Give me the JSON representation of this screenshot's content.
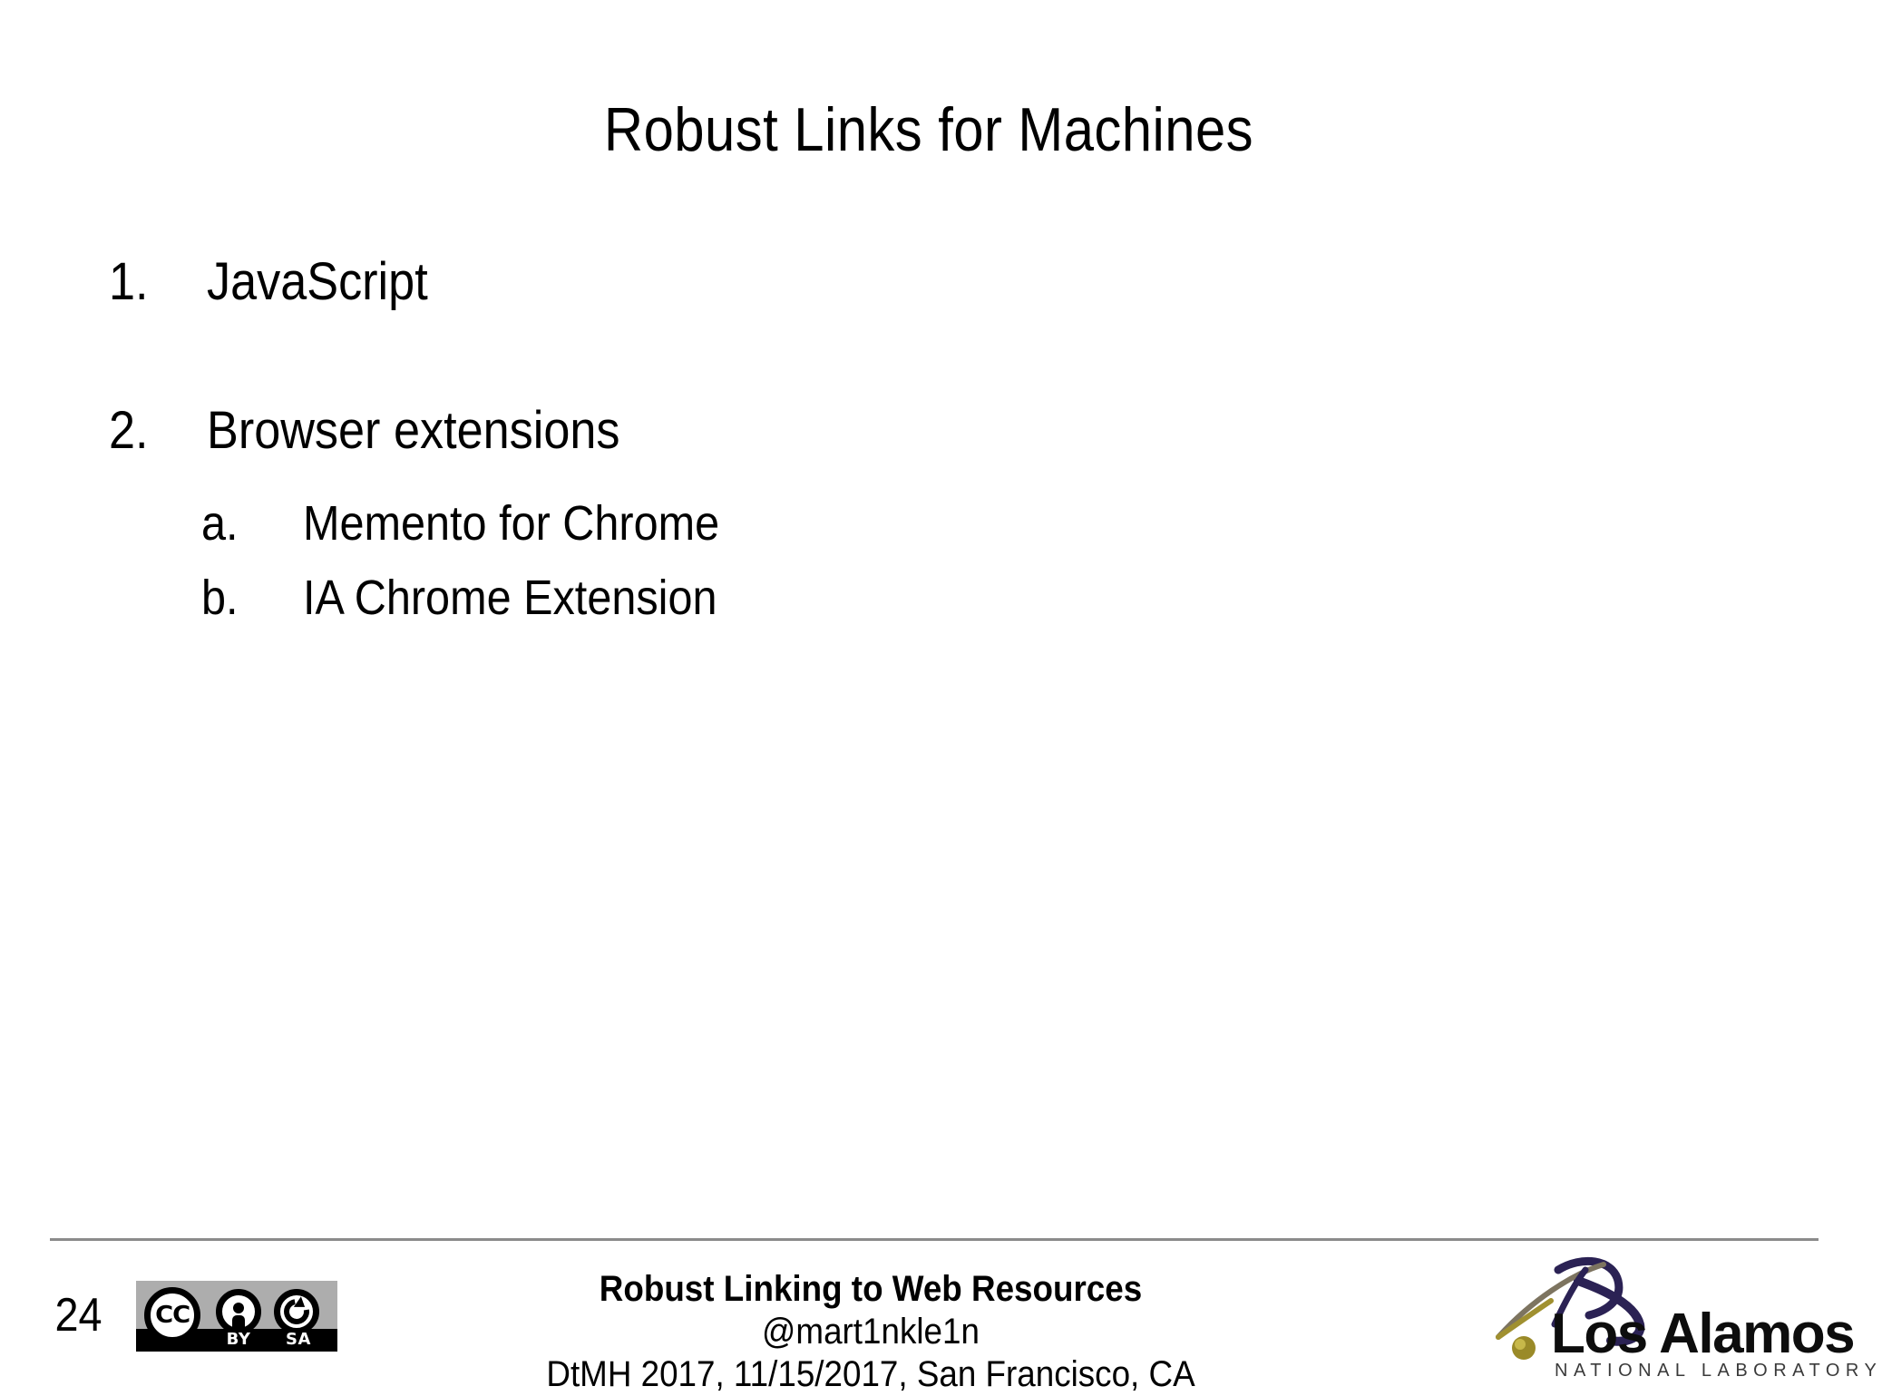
{
  "slide": {
    "title": "Robust Links for Machines",
    "page_number": "24",
    "outline": [
      {
        "marker": "1.",
        "label": "JavaScript",
        "level": 1,
        "children": []
      },
      {
        "marker": "2.",
        "label": "Browser extensions",
        "level": 1,
        "children": [
          {
            "marker": "a.",
            "label": "Memento for Chrome",
            "level": 2
          },
          {
            "marker": "b.",
            "label": "IA Chrome Extension",
            "level": 2
          }
        ]
      }
    ]
  },
  "footer": {
    "presentation_title": "Robust Linking to Web Resources",
    "handle": "@mart1nkle1n",
    "venue": "DtMH 2017, 11/15/2017, San Francisco, CA",
    "license": {
      "name": "cc-by-sa-badge",
      "cc_text": "CC",
      "by_label": "BY",
      "sa_label": "SA",
      "band_color": "#adadad",
      "bar_color": "#000000"
    },
    "logo": {
      "name": "los-alamos-national-laboratory-logo",
      "wordmark": "Los Alamos",
      "subtitle": "NATIONAL LABORATORY",
      "swoosh_color": "#2b2254",
      "dot_color": "#9a8a28"
    },
    "rule_color": "#8b8b8b"
  }
}
